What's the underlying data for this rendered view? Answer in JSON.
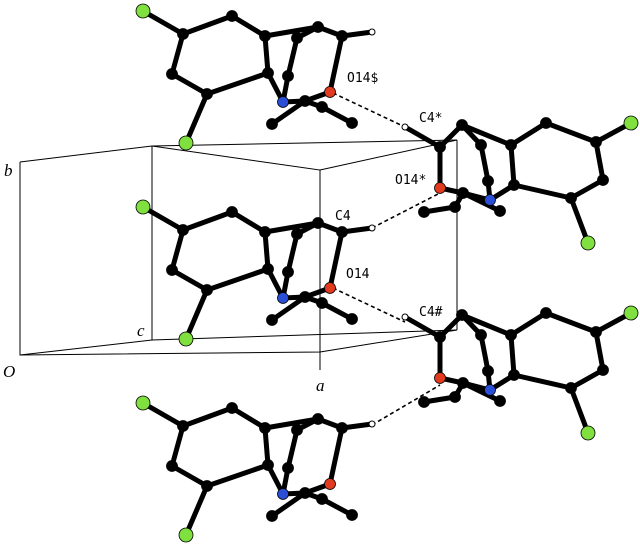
{
  "figure": {
    "atom_labels": {
      "o14_dollar": "O14$",
      "c4_star": "C4*",
      "o14_star": "O14*",
      "c4": "C4",
      "o14": "O14",
      "c4_hash": "C4#"
    },
    "axis_labels": {
      "b": "b",
      "c": "c",
      "origin": "O",
      "a": "a"
    },
    "colors": {
      "carbon": "#000000",
      "chlorine": "#7fe040",
      "oxygen": "#e23a1e",
      "nitrogen": "#2a4fd6",
      "hydrogen": "#ffffff"
    }
  }
}
